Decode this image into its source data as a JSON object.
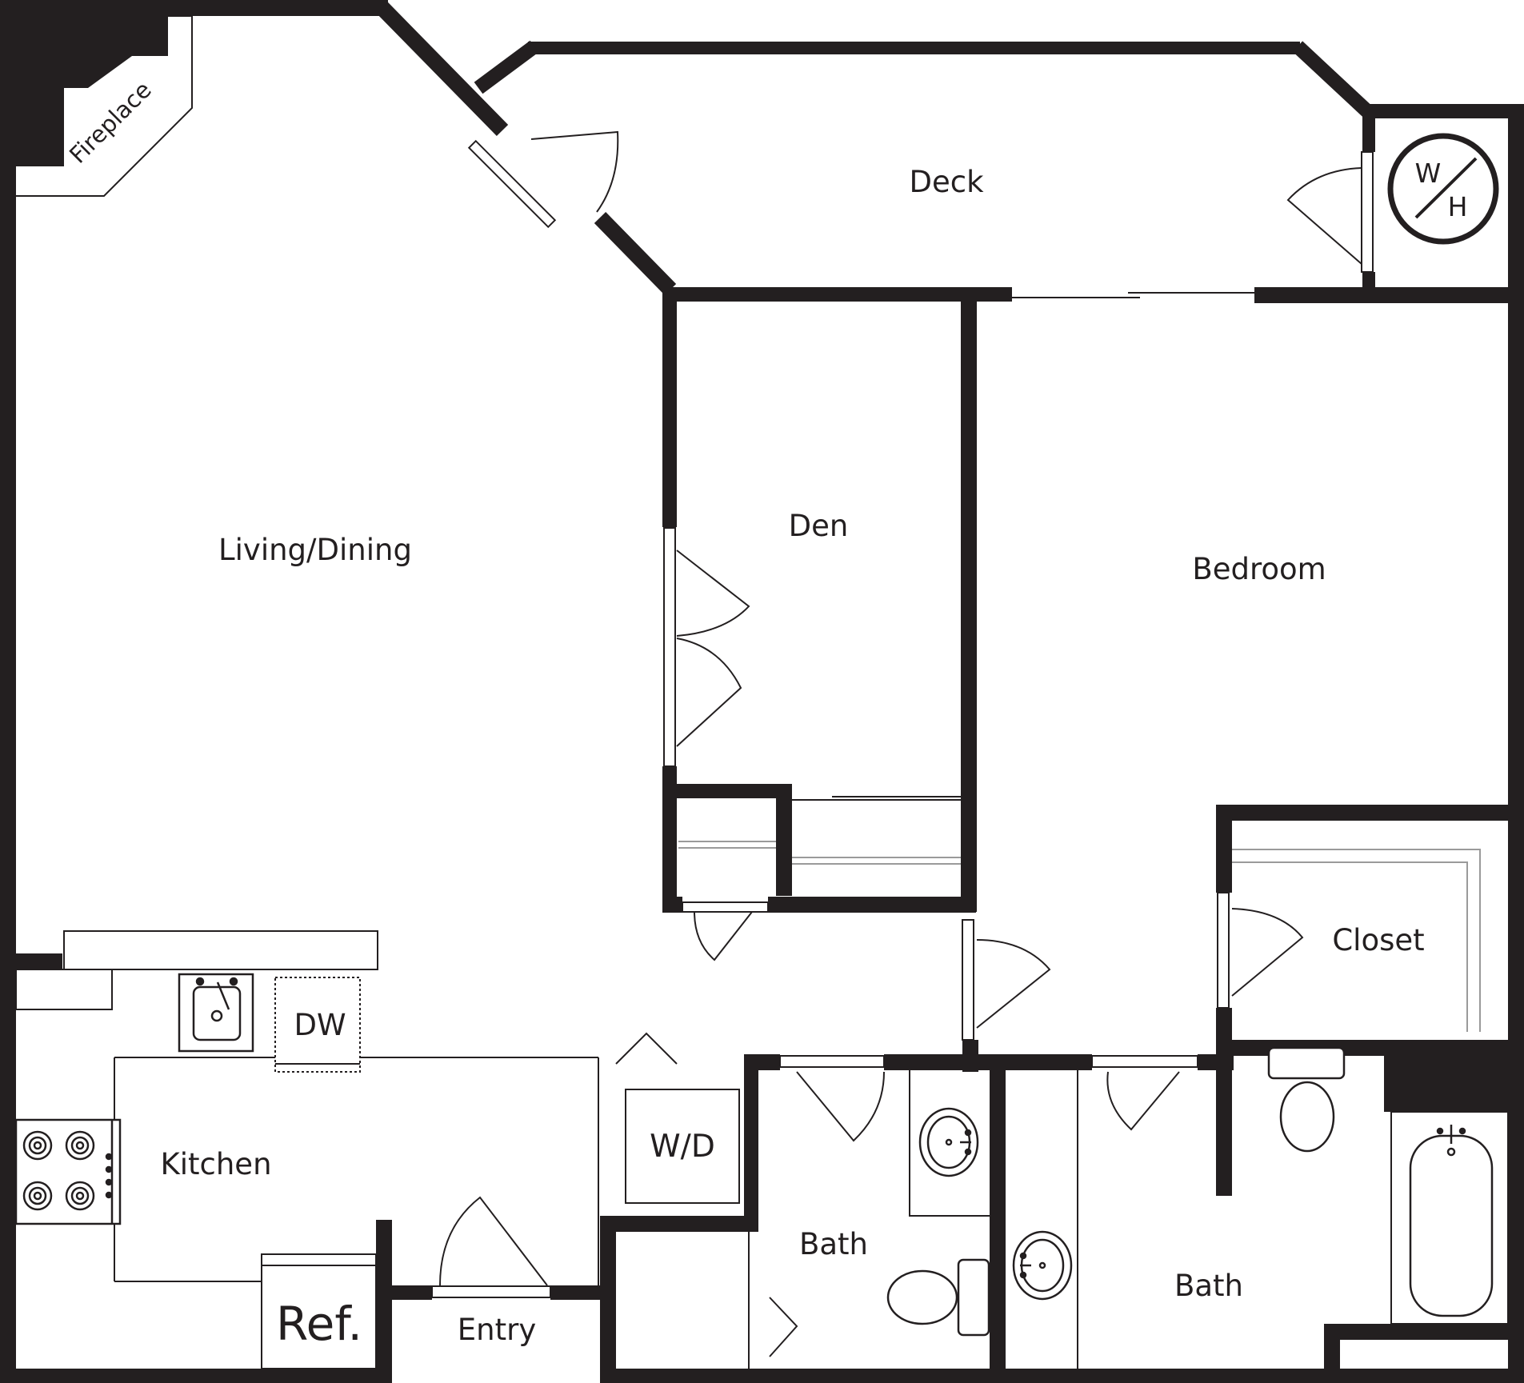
{
  "colors": {
    "wall": "#231f20",
    "background": "#ffffff",
    "fixture_line": "#231f20",
    "light_line": "#9a9a9a"
  },
  "rooms": {
    "fireplace": "Fireplace",
    "deck": "Deck",
    "water_heater_top": "W",
    "water_heater_bottom": "H",
    "living_dining": "Living/Dining",
    "den": "Den",
    "bedroom": "Bedroom",
    "closet": "Closet",
    "dishwasher": "DW",
    "washer_dryer": "W/D",
    "kitchen": "Kitchen",
    "bath_left": "Bath",
    "bath_right": "Bath",
    "refrigerator": "Ref.",
    "entry": "Entry"
  },
  "icons": {
    "stove": "stove-icon",
    "sink": "sink-icon",
    "toilet": "toilet-icon",
    "bathtub": "bathtub-icon",
    "water_heater": "water-heater-icon"
  }
}
